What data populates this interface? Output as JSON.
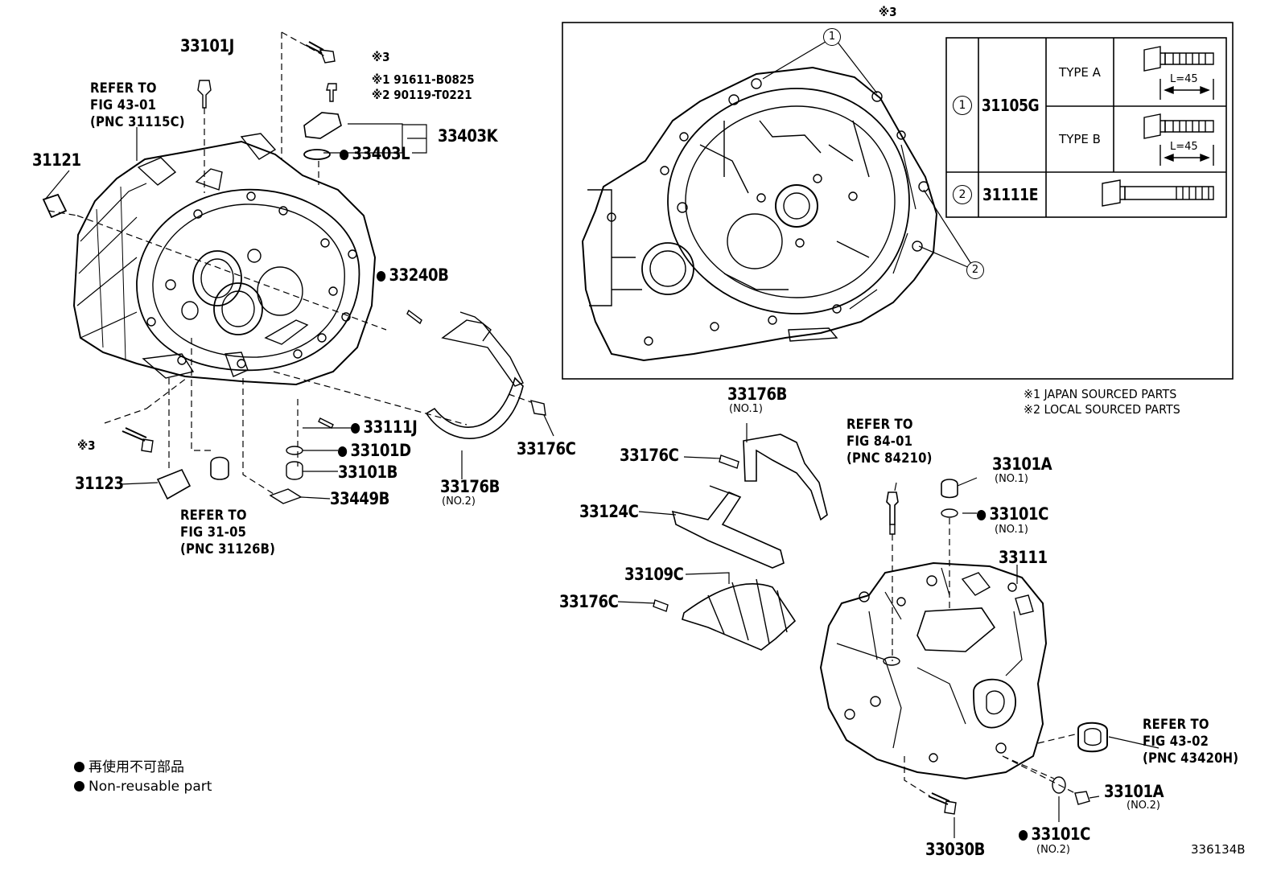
{
  "inset": {
    "top_mark": "※3",
    "callouts": [
      "1",
      "2"
    ],
    "table": {
      "rows": [
        {
          "num": "1",
          "part": "31105G",
          "types": [
            {
              "label": "TYPE A",
              "len": "L=45"
            },
            {
              "label": "TYPE B",
              "len": "L=45"
            }
          ]
        },
        {
          "num": "2",
          "part": "31111E"
        }
      ]
    }
  },
  "notes": {
    "japan": "※1 JAPAN SOURCED PARTS",
    "local": "※2 LOCAL SOURCED PARTS"
  },
  "labels": {
    "p33101J": "33101J",
    "ref43_01": [
      "REFER TO",
      "FIG 43-01",
      "(PNC 31115C)"
    ],
    "p31121": "31121",
    "mark3_top": "※3",
    "ref_jp": "※1 91611-B0825",
    "ref_local": "※2 90119-T0221",
    "p33403K": "33403K",
    "p33403L": "33403L",
    "p33240B": "33240B",
    "p33111J": "33111J",
    "p33101D": "33101D",
    "p33101B": "33101B",
    "p33449B": "33449B",
    "p33176C_a": "33176C",
    "p33176B_no2": "33176B",
    "no2_a": "(NO.2)",
    "mark3_left": "※3",
    "p31123": "31123",
    "ref31_05": [
      "REFER TO",
      "FIG 31-05",
      "(PNC 31126B)"
    ],
    "p33176B_no1": "33176B",
    "no1_a": "(NO.1)",
    "p33176C_b": "33176C",
    "p33124C": "33124C",
    "p33109C": "33109C",
    "p33176C_c": "33176C",
    "ref84_01": [
      "REFER TO",
      "FIG 84-01",
      "(PNC 84210)"
    ],
    "p33101A_no1": "33101A",
    "no1_b": "(NO.1)",
    "p33101C_no1": "33101C",
    "no1_c": "(NO.1)",
    "p33111": "33111",
    "ref43_02": [
      "REFER TO",
      "FIG 43-02",
      "(PNC 43420H)"
    ],
    "p33101A_no2": "33101A",
    "no2_b": "(NO.2)",
    "p33030B": "33030B",
    "p33101C_no2": "33101C",
    "no2_c": "(NO.2)"
  },
  "legend": {
    "jp": "再使用不可部品",
    "en": "Non-reusable part"
  },
  "figure_id": "336134B"
}
